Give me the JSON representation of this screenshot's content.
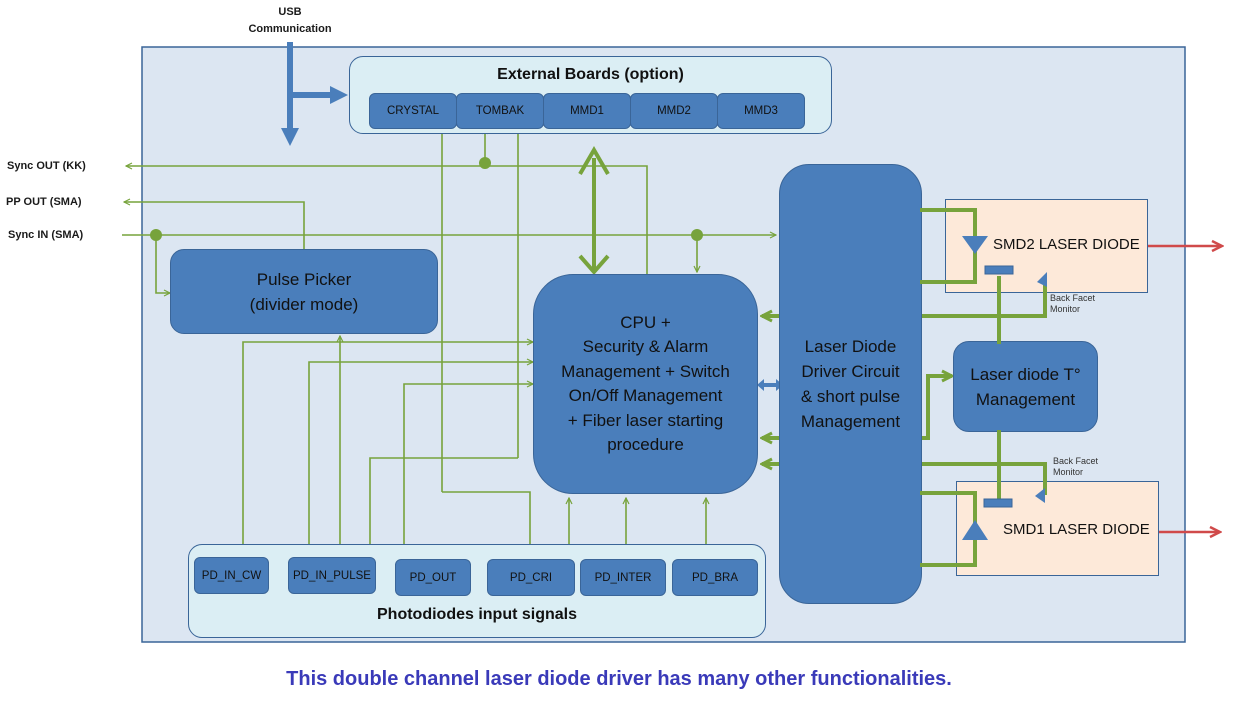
{
  "external_signals": {
    "usb": [
      "USB",
      "Communication"
    ],
    "sync_out": "Sync OUT (KK)",
    "pp_out": "PP OUT (SMA)",
    "sync_in": "Sync IN (SMA)"
  },
  "external_boards": {
    "title": "External Boards (option)",
    "items": [
      "CRYSTAL",
      "TOMBAK",
      "MMD1",
      "MMD2",
      "MMD3"
    ]
  },
  "pulse_picker": [
    "Pulse Picker",
    "(divider mode)"
  ],
  "cpu": [
    "CPU +",
    "Security & Alarm",
    "Management + Switch",
    "On/Off Management",
    "+ Fiber laser starting",
    "procedure"
  ],
  "driver": [
    "Laser Diode",
    "Driver Circuit",
    "& short pulse",
    "Management"
  ],
  "temp_mgmt": [
    "Laser diode T°",
    "Management"
  ],
  "smd2": "SMD2 LASER DIODE",
  "smd1": "SMD1 LASER DIODE",
  "back_facet": [
    "Back Facet",
    "Monitor"
  ],
  "photodiodes": {
    "title": "Photodiodes input signals",
    "items": [
      "PD_IN_CW",
      "PD_IN_PULSE",
      "PD_OUT",
      "PD_CRI",
      "PD_INTER",
      "PD_BRA"
    ]
  },
  "caption": "This double channel laser diode driver has many other functionalities.",
  "colors": {
    "block": "#4a7ebb",
    "panel": "#dce6f2",
    "wire": "#77a33c",
    "laser_out": "#d04a4a",
    "caption": "#3a3ab9"
  }
}
